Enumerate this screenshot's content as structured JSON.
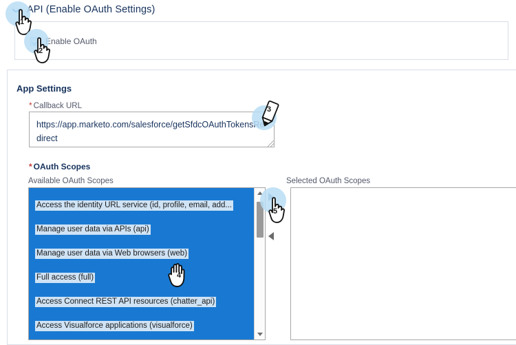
{
  "section": {
    "title": "API (Enable OAuth Settings)",
    "chevron_icon": "chevron-down-icon",
    "enable_oauth_label": "Enable OAuth",
    "enable_oauth_checked": true
  },
  "app_settings": {
    "heading": "App Settings",
    "callback_url": {
      "label": "Callback URL",
      "required_marker": "*",
      "value": "https://app.marketo.com/salesforce/getSfdcOAuthTokensRedirect"
    },
    "oauth_scopes": {
      "label": "OAuth Scopes",
      "required_marker": "*",
      "available_label": "Available OAuth Scopes",
      "selected_label": "Selected OAuth Scopes",
      "available_items": [
        "Access the identity URL service (id, profile, email, add...",
        "Manage user data via APIs (api)",
        "Manage user data via Web browsers (web)",
        "Full access (full)",
        "Access Connect REST API resources (chatter_api)",
        "Access Visualforce applications (visualforce)"
      ],
      "selected_items": [],
      "add_button_icon": "triangle-right-icon",
      "remove_button_icon": "triangle-left-icon",
      "scroll_up_icon": "triangle-up-icon",
      "scroll_down_icon": "triangle-down-icon"
    }
  },
  "annotations": [
    {
      "id": "1",
      "type": "hand-pointer-cursor",
      "target": "chevron-collapse-toggle"
    },
    {
      "id": "2",
      "type": "hand-pointer-cursor",
      "target": "enable-oauth-checkbox"
    },
    {
      "id": "3",
      "type": "text-caret-cursor",
      "target": "callback-url-input"
    },
    {
      "id": "4",
      "type": "grab-hand-cursor",
      "target": "available-scopes-list"
    },
    {
      "id": "5",
      "type": "hand-pointer-cursor",
      "target": "add-scope-button"
    }
  ],
  "colors": {
    "accent_blue": "#0070d2",
    "list_blue": "#1979d2",
    "item_highlight": "#cfe3f5",
    "halo_blue": "#b9ddf5",
    "required_red": "#c23934",
    "label_gray": "#54596b",
    "border_gray": "#d8dde6"
  }
}
